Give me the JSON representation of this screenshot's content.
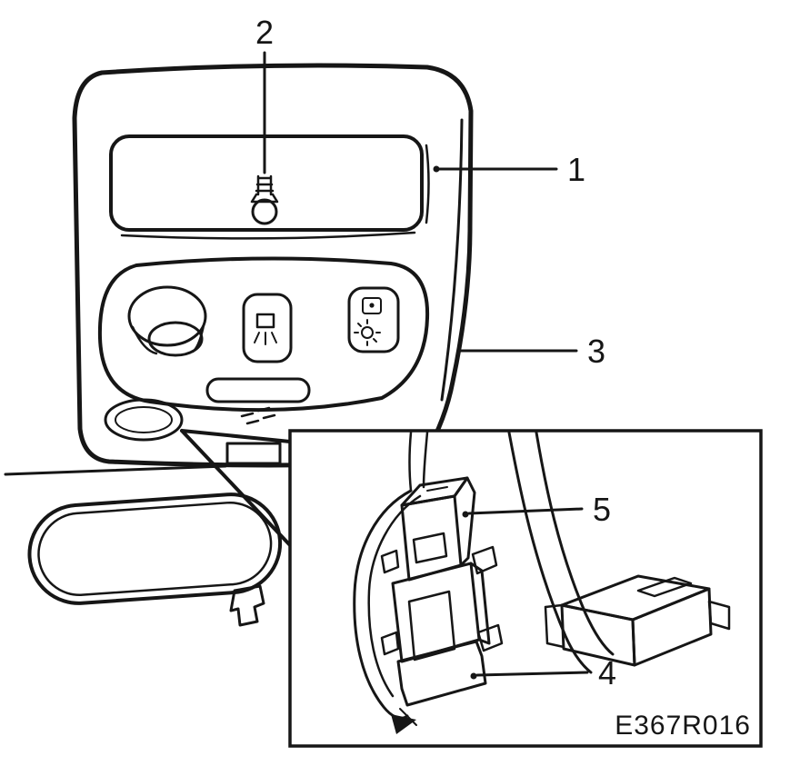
{
  "diagram": {
    "callout_1": "1",
    "callout_2": "2",
    "callout_3": "3",
    "callout_4": "4",
    "callout_5": "5",
    "figure_code": "E367R016"
  }
}
